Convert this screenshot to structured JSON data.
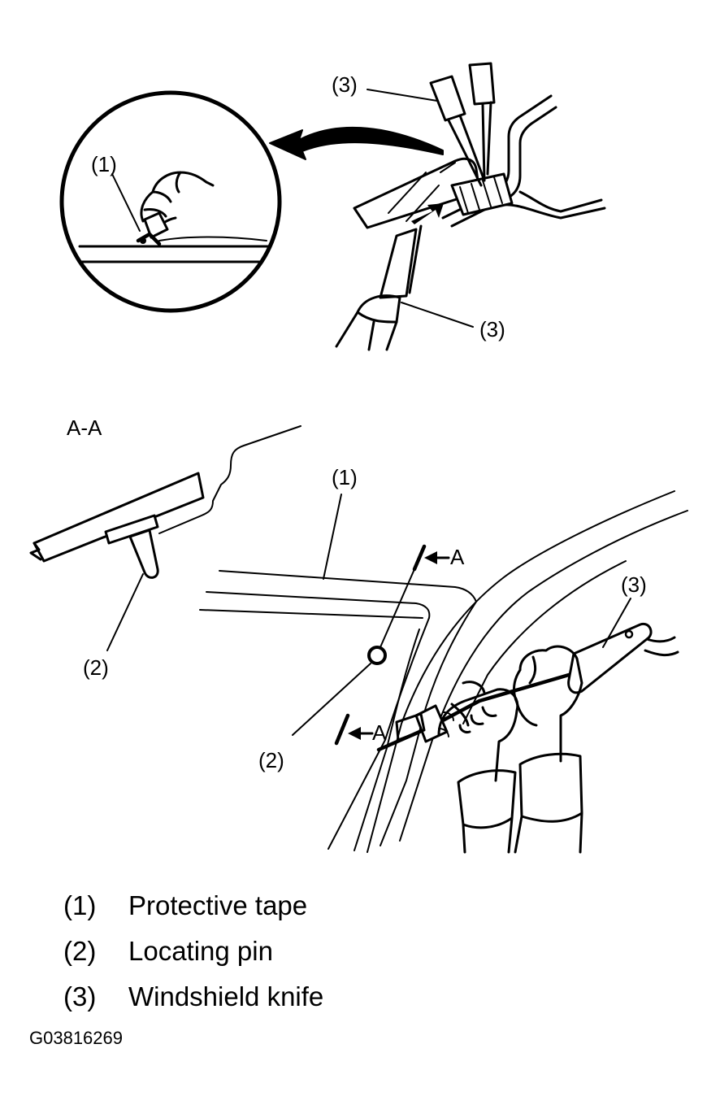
{
  "callouts": {
    "top_knife_upper": "(3)",
    "top_knife_lower": "(3)",
    "detail_tape": "(1)",
    "section_title": "A-A",
    "section_pin": "(2)",
    "main_tape": "(1)",
    "main_pin": "(2)",
    "main_knife": "(3)",
    "section_mark_top": "A",
    "section_mark_bottom": "A"
  },
  "legend": [
    {
      "num": "(1)",
      "text": "Protective tape"
    },
    {
      "num": "(2)",
      "text": "Locating pin"
    },
    {
      "num": "(3)",
      "text": "Windshield knife"
    }
  ],
  "figure_id": "G03816269"
}
